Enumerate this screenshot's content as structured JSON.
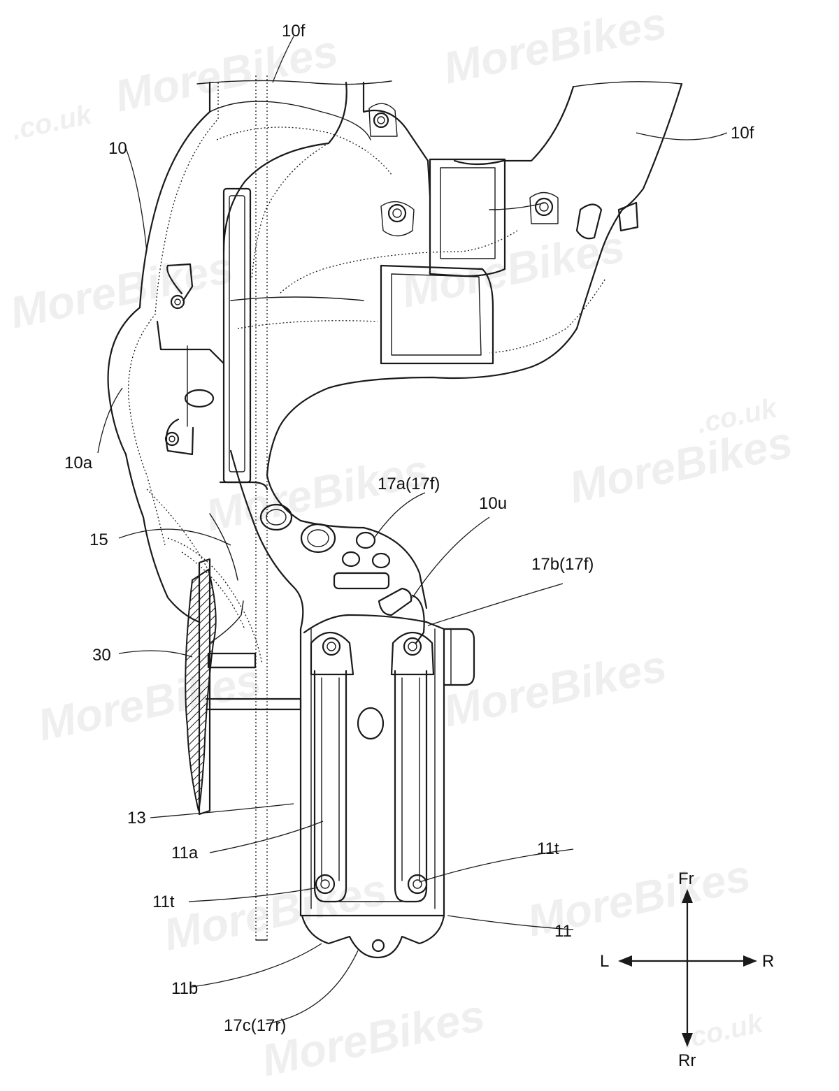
{
  "labels": {
    "l_10f_top": "10f",
    "l_10f_right": "10f",
    "l_10": "10",
    "l_10a": "10a",
    "l_17a": "17a(17f)",
    "l_10u": "10u",
    "l_15": "15",
    "l_17b": "17b(17f)",
    "l_30": "30",
    "l_13": "13",
    "l_11a": "11a",
    "l_11t_right": "11t",
    "l_11t_left": "11t",
    "l_11": "11",
    "l_11b": "11b",
    "l_17c": "17c(17r)"
  },
  "compass": {
    "front": "Fr",
    "rear": "Rr",
    "left": "L",
    "right": "R"
  },
  "watermark": {
    "brand": "MoreBikes",
    "suffix": ".co.uk"
  },
  "colors": {
    "line": "#1a1a1a",
    "background": "#ffffff"
  }
}
